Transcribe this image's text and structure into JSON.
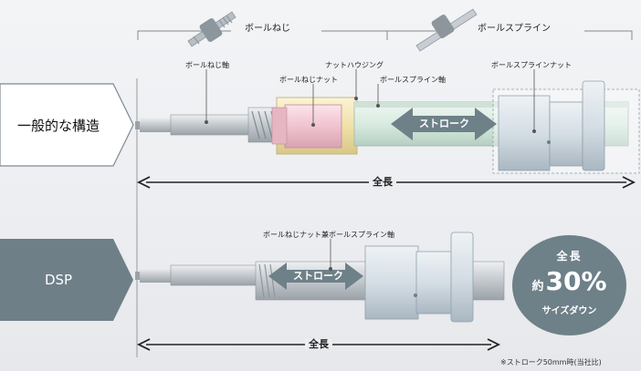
{
  "headers": {
    "ball_screw": "ボールねじ",
    "ball_spline": "ボールスプライン"
  },
  "top": {
    "row_title": "一般的な構造",
    "labels": {
      "screw_shaft": "ボールねじ軸",
      "nut_housing": "ナットハウジング",
      "screw_nut": "ボールねじナット",
      "spline_shaft": "ボールスプライン軸",
      "spline_nut": "ボールスプラインナット"
    },
    "stroke": "ストローク",
    "total_length": "全長"
  },
  "bottom": {
    "row_title": "DSP",
    "labels": {
      "combined_shaft": "ボールねじナット兼ボールスプライン軸"
    },
    "stroke": "ストローク",
    "total_length": "全長"
  },
  "badge": {
    "line1": "全長",
    "line2_prefix": "約",
    "line2_value": "30%",
    "line3": "サイズダウン"
  },
  "note": "※ストローク50mm時(当社比)",
  "colors": {
    "row_dark": "#6e7f87",
    "stroke_arrow": "#6e8088",
    "screw_nut_pink": "#f2c9d2",
    "housing_yellow": "#f3e6b4",
    "spline_green": "#dfeee6",
    "nut_blue": "#dbe4ea"
  }
}
